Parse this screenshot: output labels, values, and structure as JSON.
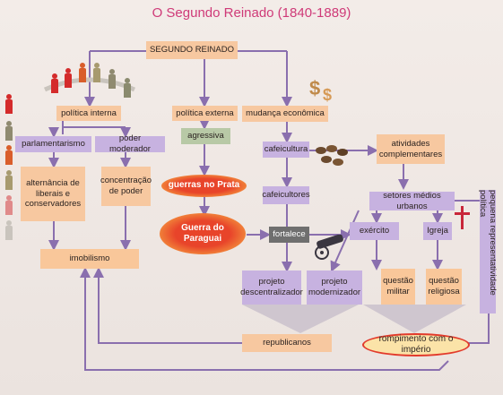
{
  "title": "O Segundo Reinado (1840-1889)",
  "nodes": {
    "segundo_reinado": "SEGUNDO REINADO",
    "politica_interna": "política interna",
    "politica_externa": "política externa",
    "agressiva": "agressiva",
    "mudanca_economica": "mudança econômica",
    "parlamentarismo": "parlamentarismo",
    "poder_moderador": "poder moderador",
    "alternancia": "alternância de liberais e conservadores",
    "concentracao": "concentração de poder",
    "imobilismo": "imobilismo",
    "guerras_prata": "guerras no Prata",
    "guerra_paraguai": "Guerra do Paraguai",
    "fortalece": "fortalece",
    "cafeicultura": "cafeicultura",
    "atividades": "atividades complementares",
    "cafeicultores": "cafeicultores",
    "setores_medios": "setores médios urbanos",
    "exercito": "exército",
    "igreja": "Igreja",
    "projeto_descentralizador": "projeto descentralizador",
    "projeto_modernizador": "projeto modernizador",
    "questao_militar": "questão militar",
    "questao_religiosa": "questão religiosa",
    "representatividade": "pequena representatividade política",
    "republicanos": "republicanos",
    "rompimento": "rompimento com o império"
  },
  "colors": {
    "title": "#cf3a78",
    "peach": "#f7c8a0",
    "violet": "#c7b2e0",
    "green": "#b8c9a6",
    "arrow": "#8a6fae",
    "oval_red": "#e8442a"
  },
  "icons": [
    "people-icon",
    "dollar-icon",
    "coffee-beans-icon",
    "cannon-icon",
    "cross-icon"
  ]
}
